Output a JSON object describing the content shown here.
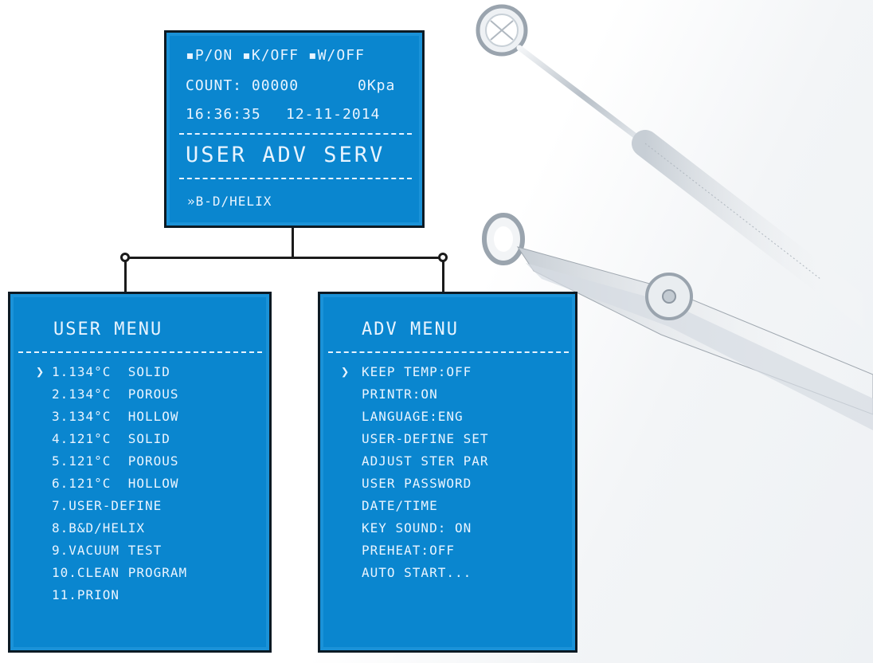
{
  "top_panel": {
    "status_line": "▪P/ON ▪K/OFF ▪W/OFF",
    "count_label": "COUNT: 00000",
    "pressure": "0Kpa",
    "time": "16:36:35",
    "date": "12-11-2014",
    "menu_tabs": "USER ADV SERV",
    "selection": "»B-D/HELIX"
  },
  "user_menu": {
    "title": "USER MENU",
    "cursor": "❯",
    "items": [
      "1.134°C  SOLID",
      "2.134°C  POROUS",
      "3.134°C  HOLLOW",
      "4.121°C  SOLID",
      "5.121°C  POROUS",
      "6.121°C  HOLLOW",
      "7.USER-DEFINE",
      "8.B&D/HELIX",
      "9.VACUUM TEST",
      "10.CLEAN PROGRAM",
      "11.PRION"
    ]
  },
  "adv_menu": {
    "title": "ADV MENU",
    "cursor": "❯",
    "items": [
      "KEEP TEMP:OFF",
      "PRINTR:ON",
      "LANGUAGE:ENG",
      "USER-DEFINE SET",
      "ADJUST STER PAR",
      "USER PASSWORD",
      "DATE/TIME",
      "KEY SOUND: ON",
      "PREHEAT:OFF",
      "AUTO START..."
    ]
  },
  "colors": {
    "panel": "#0a86cf",
    "border": "#0c1a24",
    "text": "#e8f4ff"
  },
  "icons": [
    "dental-mirror-icon",
    "tweezers-icon"
  ]
}
